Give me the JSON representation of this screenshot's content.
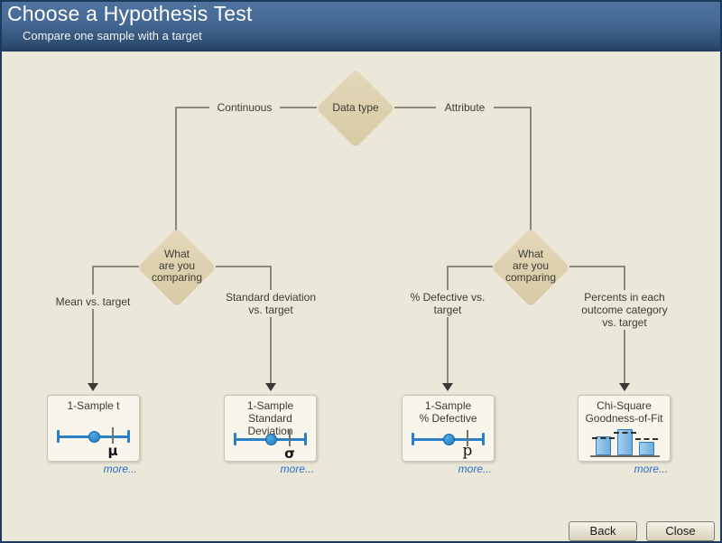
{
  "window": {
    "title": "Choose a Hypothesis Test",
    "subtitle": "Compare one sample with a target",
    "background": "#ebe8d9",
    "border_color": "#1c3a5c",
    "header_gradient_top": "#4f74a0",
    "header_gradient_bottom": "#263f5f"
  },
  "tree": {
    "root_label": "Data type",
    "left_branch_label": "Continuous",
    "right_branch_label": "Attribute",
    "left_decision_lines": [
      "What",
      "are you",
      "comparing"
    ],
    "right_decision_lines": [
      "What",
      "are you",
      "comparing"
    ],
    "diamond_color": "#dcd0ad",
    "line_color": "#8b8a7a"
  },
  "columns": [
    {
      "branch_lines": [
        "Mean vs. target"
      ],
      "card_title_lines": [
        "1-Sample t"
      ],
      "icon": "interval-plot-icon",
      "symbol": "μ",
      "more_label": "more..."
    },
    {
      "branch_lines": [
        "Standard deviation",
        "vs. target"
      ],
      "card_title_lines": [
        "1-Sample",
        "Standard Deviation"
      ],
      "icon": "interval-plot-icon",
      "symbol": "σ",
      "more_label": "more..."
    },
    {
      "branch_lines": [
        "% Defective vs.",
        "target"
      ],
      "card_title_lines": [
        "1-Sample",
        "% Defective"
      ],
      "icon": "interval-plot-icon",
      "symbol": "p",
      "more_label": "more..."
    },
    {
      "branch_lines": [
        "Percents in each",
        "outcome category",
        "vs. target"
      ],
      "card_title_lines": [
        "Chi-Square",
        "Goodness-of-Fit"
      ],
      "icon": "bar-chart-icon",
      "more_label": "more..."
    }
  ],
  "footer": {
    "back_label": "Back",
    "close_label": "Close"
  }
}
